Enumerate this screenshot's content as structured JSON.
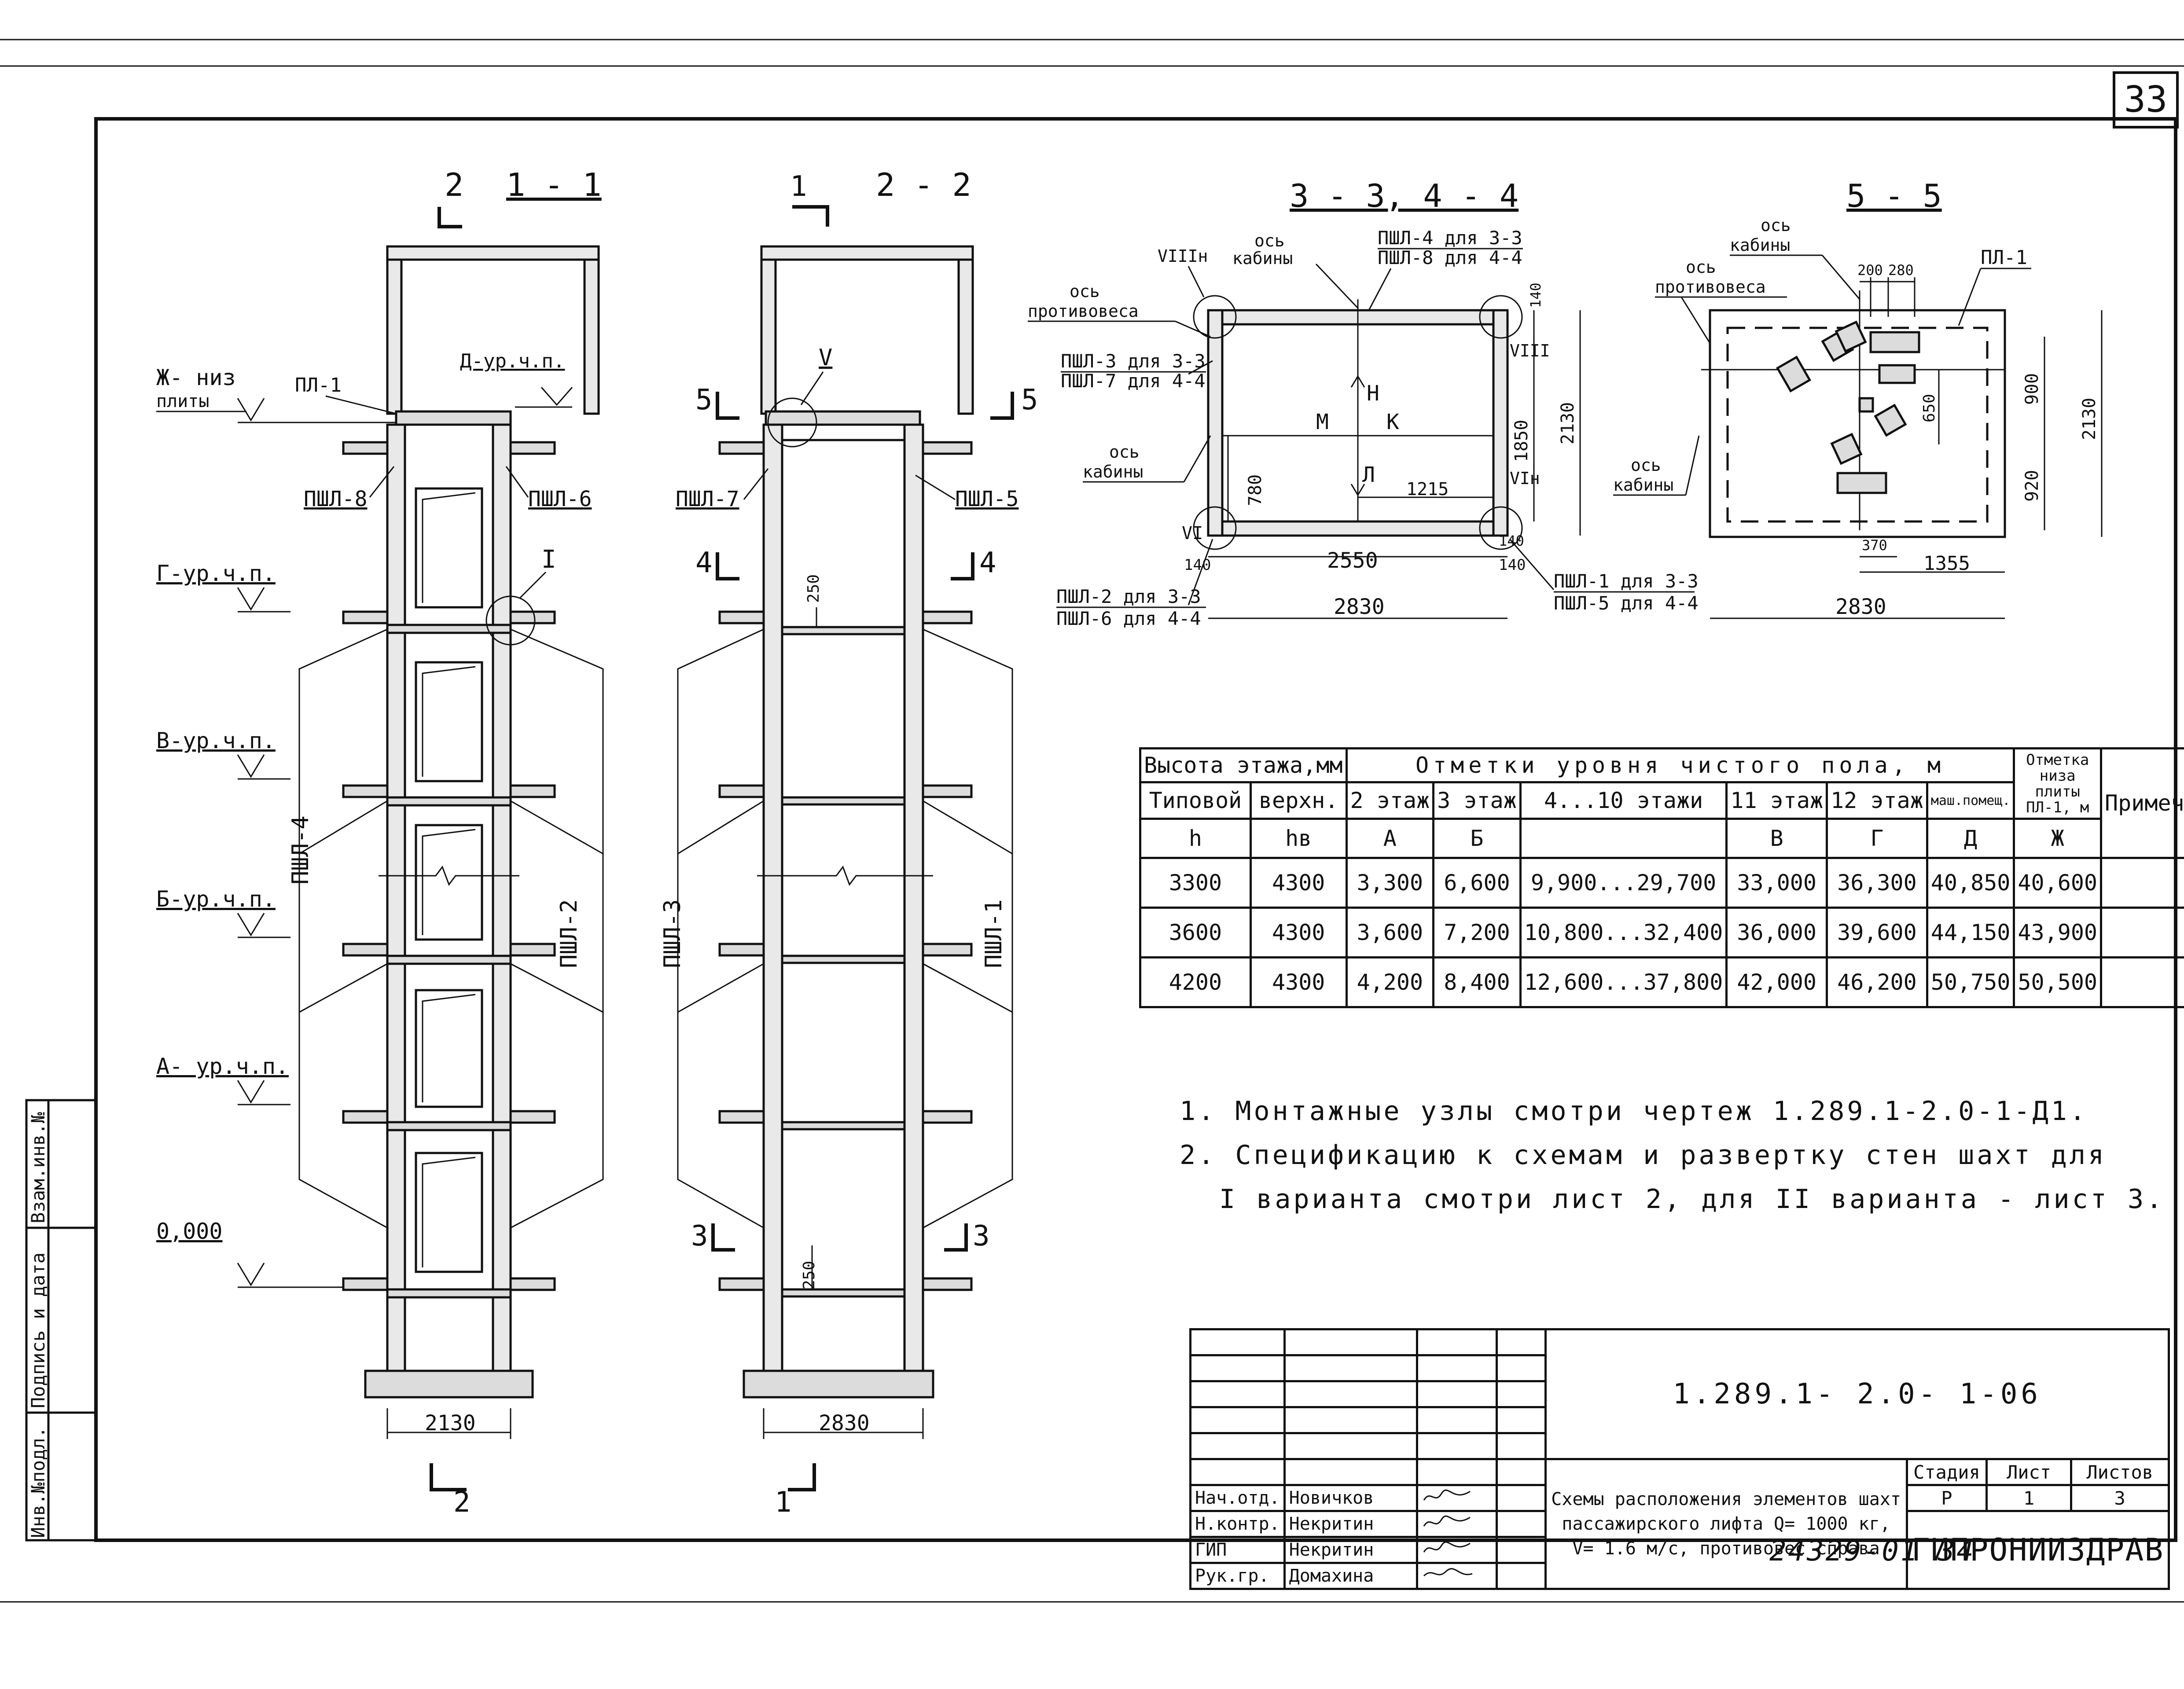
{
  "sheet": {
    "page_number": "33",
    "archive_number": "24329-01 34"
  },
  "sections": {
    "s11": {
      "title": "1 - 1",
      "cut_top": "2",
      "cut_bottom": "2",
      "width_dim": "2130",
      "labels": {
        "plate": "ПЛ-1",
        "left_top": "ПШЛ-8",
        "right_top": "ПШЛ-6",
        "left_unfold": "ПШЛ-4",
        "right_unfold": "ПШЛ-2",
        "node": "I"
      }
    },
    "s22": {
      "title": "2 - 2",
      "cut_top": "1",
      "cut_bottom": "1",
      "width_dim": "2830",
      "labels": {
        "left_top": "ПШЛ-7",
        "right_top": "ПШЛ-5",
        "left_unfold": "ПШЛ-3",
        "right_unfold": "ПШЛ-1",
        "node": "V",
        "dim_top": "250",
        "dim_bottom": "250"
      },
      "marks": [
        "5",
        "5",
        "4",
        "4",
        "3",
        "3"
      ]
    },
    "levels": [
      {
        "main": "Ж- низ",
        "sub": "плиты"
      },
      {
        "main": "Д-ур.ч.п.",
        "sub": ""
      },
      {
        "main": "Г-ур.ч.п.",
        "sub": ""
      },
      {
        "main": "В-ур.ч.п.",
        "sub": ""
      },
      {
        "main": "Б-ур.ч.п.",
        "sub": ""
      },
      {
        "main": "А- ур.ч.п.",
        "sub": ""
      },
      {
        "main": "0,000",
        "sub": ""
      }
    ],
    "s33": {
      "title": "3 - 3, 4 - 4",
      "labels": {
        "axis_cab_top": "ось",
        "axis_cab_top2": "кабины",
        "node_8n": "VIIIн",
        "pshl4": "ПШЛ-4 для 3-3",
        "pshl8": "ПШЛ-8 для 4-4",
        "axis_cw": "ось",
        "axis_cw2": "противовеса",
        "pshl3": "ПШЛ-3 для 3-3",
        "pshl7": "ПШЛ-7 для 4-4",
        "axis_cab_left": "ось",
        "axis_cab_left2": "кабины",
        "node_8": "VIII",
        "node_6n": "VIн",
        "node_6": "VI",
        "M": "М",
        "K": "К",
        "H": "Н",
        "L": "Л",
        "pshl2": "ПШЛ-2 для 3-3",
        "pshl6": "ПШЛ-6 для 4-4",
        "pshl1": "ПШЛ-1 для 3-3",
        "pshl5": "ПШЛ-5 для 4-4"
      },
      "dims": {
        "d140a": "140",
        "d1850": "1850",
        "d2130": "2130",
        "d780": "780",
        "d1215": "1215",
        "d140b": "140",
        "d2550": "2550",
        "d140c": "140",
        "d2830": "2830",
        "d140d": "140"
      }
    },
    "s55": {
      "title": "5 - 5",
      "labels": {
        "axis_cab": "ось",
        "axis_cab2": "кабины",
        "axis_cw": "ось",
        "axis_cw2": "противовеса",
        "plate": "ПЛ-1",
        "axis_cab_b": "ось",
        "axis_cab_b2": "кабины"
      },
      "dims": {
        "d200": "200",
        "d280": "280",
        "d650": "650",
        "d900": "900",
        "d920": "920",
        "d2130": "2130",
        "d370": "370",
        "d1355": "1355",
        "d2830": "2830"
      }
    }
  },
  "table": {
    "h_height": "Высота этажа,мм",
    "h_marks": "Отметки уровня чистого пола, м",
    "h_mark_plate": "Отметка низа плиты ПЛ-1, м",
    "h_note": "Примеч.",
    "h_cols": [
      "Типовой",
      "верхн.",
      "2 этаж",
      "3 этаж",
      "4...10 этажи",
      "11 этаж",
      "12 этаж",
      "маш.помещ."
    ],
    "h_sym": [
      "h",
      "hв",
      "А",
      "Б",
      "",
      "В",
      "Г",
      "Д",
      "Ж"
    ],
    "rows": [
      [
        "3300",
        "4300",
        "3,300",
        "6,600",
        "9,900...29,700",
        "33,000",
        "36,300",
        "40,850",
        "40,600",
        ""
      ],
      [
        "3600",
        "4300",
        "3,600",
        "7,200",
        "10,800...32,400",
        "36,000",
        "39,600",
        "44,150",
        "43,900",
        ""
      ],
      [
        "4200",
        "4300",
        "4,200",
        "8,400",
        "12,600...37,800",
        "42,000",
        "46,200",
        "50,750",
        "50,500",
        ""
      ]
    ]
  },
  "notes": [
    "1. Монтажные узлы смотри чертеж 1.289.1-2.0-1-Д1.",
    "2. Спецификацию к схемам и развертку стен шахт для",
    "I варианта смотри лист 2, для II варианта - лист 3."
  ],
  "stamp": {
    "code": "1.289.1- 2.0- 1-06",
    "title": "Схемы расположения элементов шахт пассажирского лифта Q= 1000 кг, V= 1.6 м/с, противовес справа",
    "stage_h": "Стадия",
    "sheet_h": "Лист",
    "sheets_h": "Листов",
    "stage": "Р",
    "sheet": "1",
    "sheets": "3",
    "org": "ГИПРОНИИЗДРАВ",
    "people": [
      {
        "role": "Нач.отд.",
        "name": "Новичков"
      },
      {
        "role": "Н.контр.",
        "name": "Некритин"
      },
      {
        "role": "ГИП",
        "name": "Некритин"
      },
      {
        "role": "Рук.гр.",
        "name": "Домахина"
      }
    ]
  },
  "side_stamp": [
    "Инв.№подл.",
    "Подпись и дата",
    "Взам.инв.№"
  ]
}
